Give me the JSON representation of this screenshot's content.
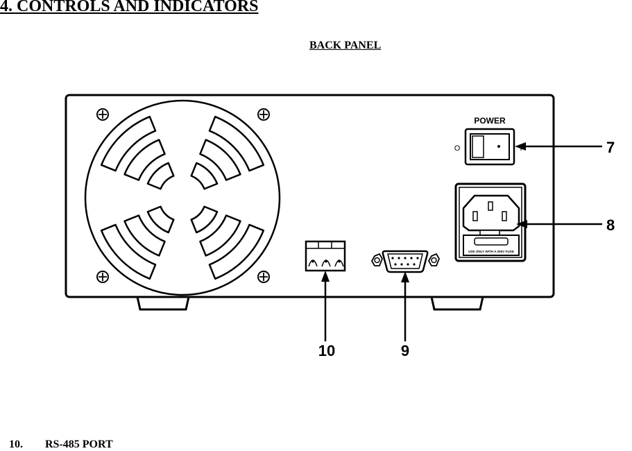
{
  "document": {
    "section_heading": "4. CONTROLS AND INDICATORS",
    "panel_heading": "BACK PANEL"
  },
  "diagram": {
    "power_label": "POWER",
    "power_off_symbol": "O",
    "power_on_symbol": "I",
    "fuse_text": "USE ONLY WITH A 250V FUSE",
    "callouts": [
      "7",
      "8",
      "10",
      "9"
    ]
  },
  "footer": {
    "item_number": "10.",
    "item_label": "RS-485 PORT"
  }
}
